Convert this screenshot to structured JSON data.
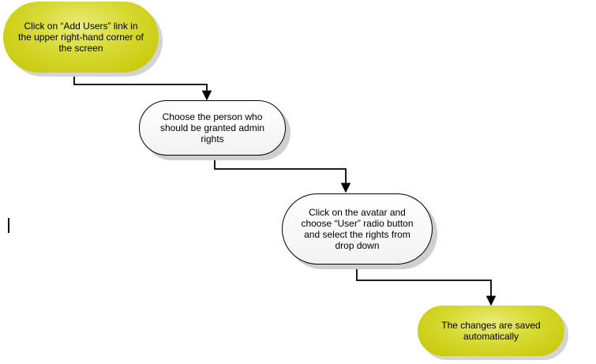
{
  "nodes": {
    "start": {
      "lines": [
        "Click on “Add Users” link in",
        "the upper right-hand corner of",
        "the screen"
      ]
    },
    "step1": {
      "lines": [
        "Choose the person who",
        "should be granted admin",
        "rights"
      ]
    },
    "step2": {
      "lines": [
        "Click on the avatar and",
        "choose “User” radio button",
        "and select the rights from",
        "drop down"
      ]
    },
    "end": {
      "lines": [
        "The changes are saved",
        "automatically"
      ]
    }
  },
  "colors": {
    "terminal_fill": "#c5c400",
    "process_border": "#000000",
    "connector": "#000000",
    "shadow": "#cfcfcf"
  }
}
